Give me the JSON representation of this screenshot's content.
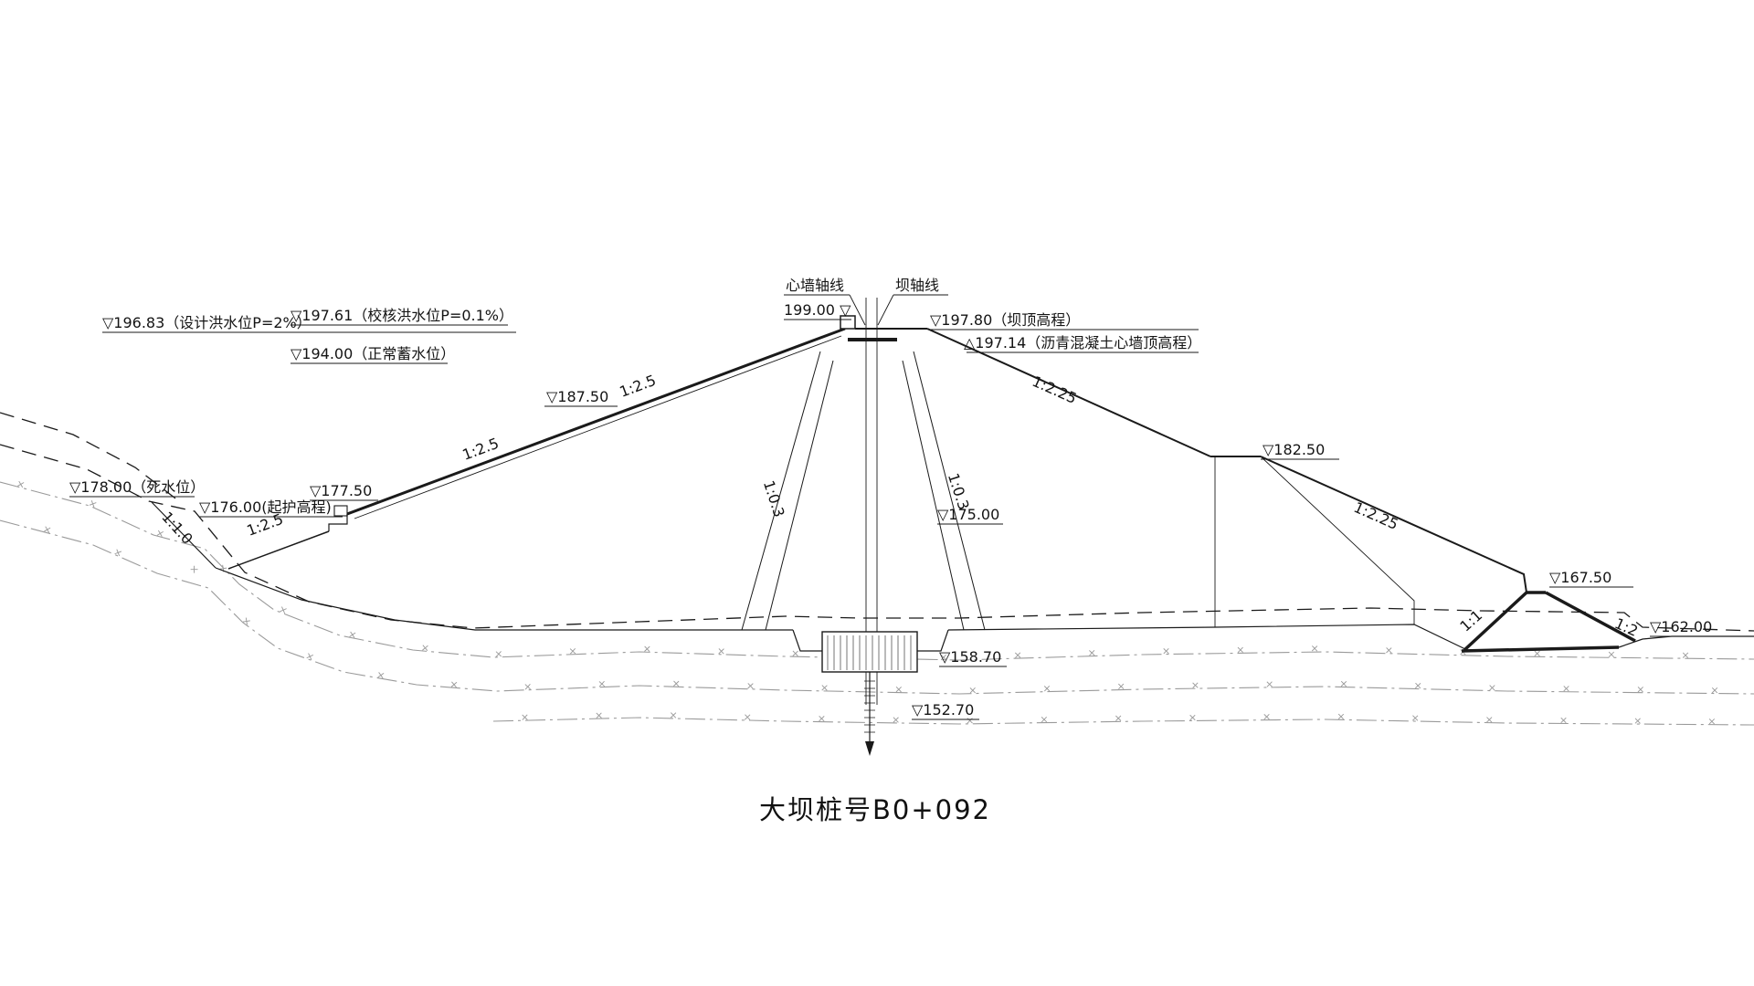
{
  "title": "大坝桩号B0+092",
  "axis_labels": {
    "core_wall_axis": "心墙轴线",
    "dam_axis": "坝轴线"
  },
  "elevations": {
    "parapet_top": "199.00 ▽",
    "crest": "▽197.80（坝顶高程）",
    "core_wall_top": "△197.14（沥青混凝土心墙顶高程）",
    "design_flood": "▽196.83（设计洪水位P=2%）",
    "check_flood": "▽197.61（校核洪水位P=0.1%）",
    "normal_storage": "▽194.00（正常蓄水位）",
    "upstream_187_50": "▽187.50",
    "dead_water": "▽178.00（死水位）",
    "protection_start": "▽176.00(起护高程)",
    "upstream_177_50": "▽177.50",
    "downstream_182_50": "▽182.50",
    "downstream_175_00": "▽175.00",
    "prism_167_50": "▽167.50",
    "toe_162_00": "▽162.00",
    "foundation_158_70": "▽158.70",
    "curtain_152_70": "▽152.70"
  },
  "slopes": {
    "upstream_upper": "1:2.5",
    "upstream_mid": "1:2.5",
    "upstream_lower": "1:2.5",
    "upstream_toe": "1:1.0",
    "core_left": "1:0.3",
    "core_right": "1:0.3",
    "downstream_upper": "1:2.25",
    "downstream_lower": "1:2.25",
    "prism_left": "1:1",
    "prism_right": "1:2"
  },
  "colors": {
    "line": "#1a1a1a",
    "geology": "#9a9a9a",
    "background": "#ffffff"
  }
}
